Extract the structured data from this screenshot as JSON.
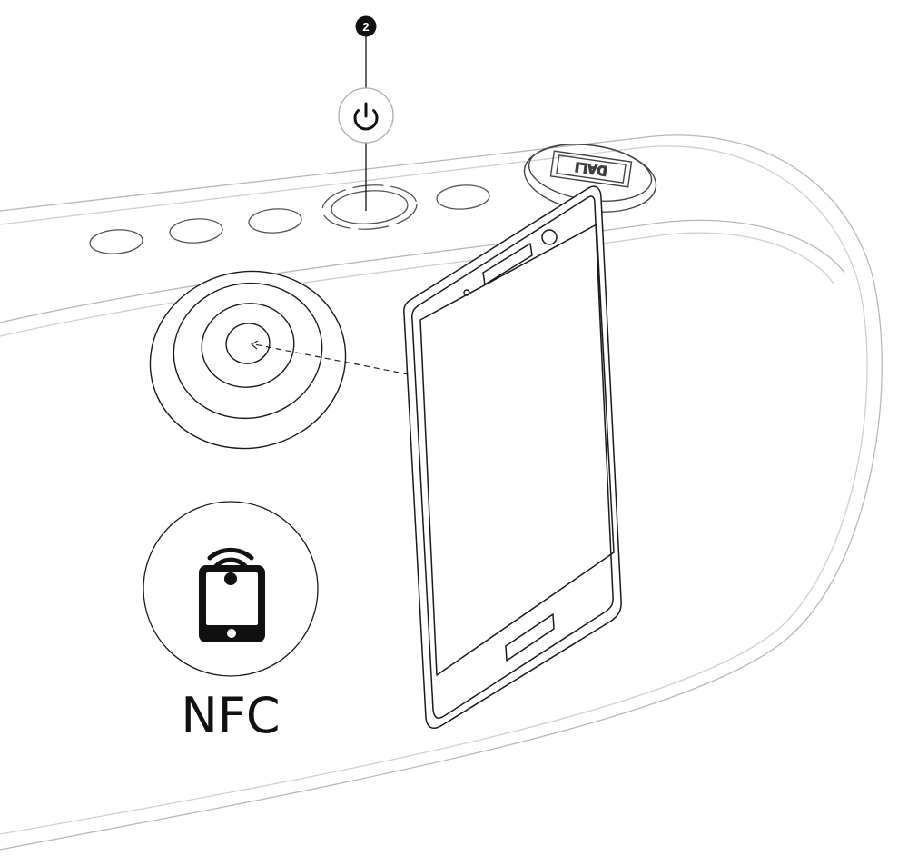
{
  "callout": {
    "step_number": "2"
  },
  "speaker": {
    "brand_logo_text": "DALI"
  },
  "nfc": {
    "label": "NFC"
  },
  "colors": {
    "line": "#222222",
    "light_line": "#b5b5b5",
    "badge": "#111111"
  },
  "icons": [
    "power-icon",
    "nfc-phone-icon",
    "nfc-target-icon"
  ]
}
